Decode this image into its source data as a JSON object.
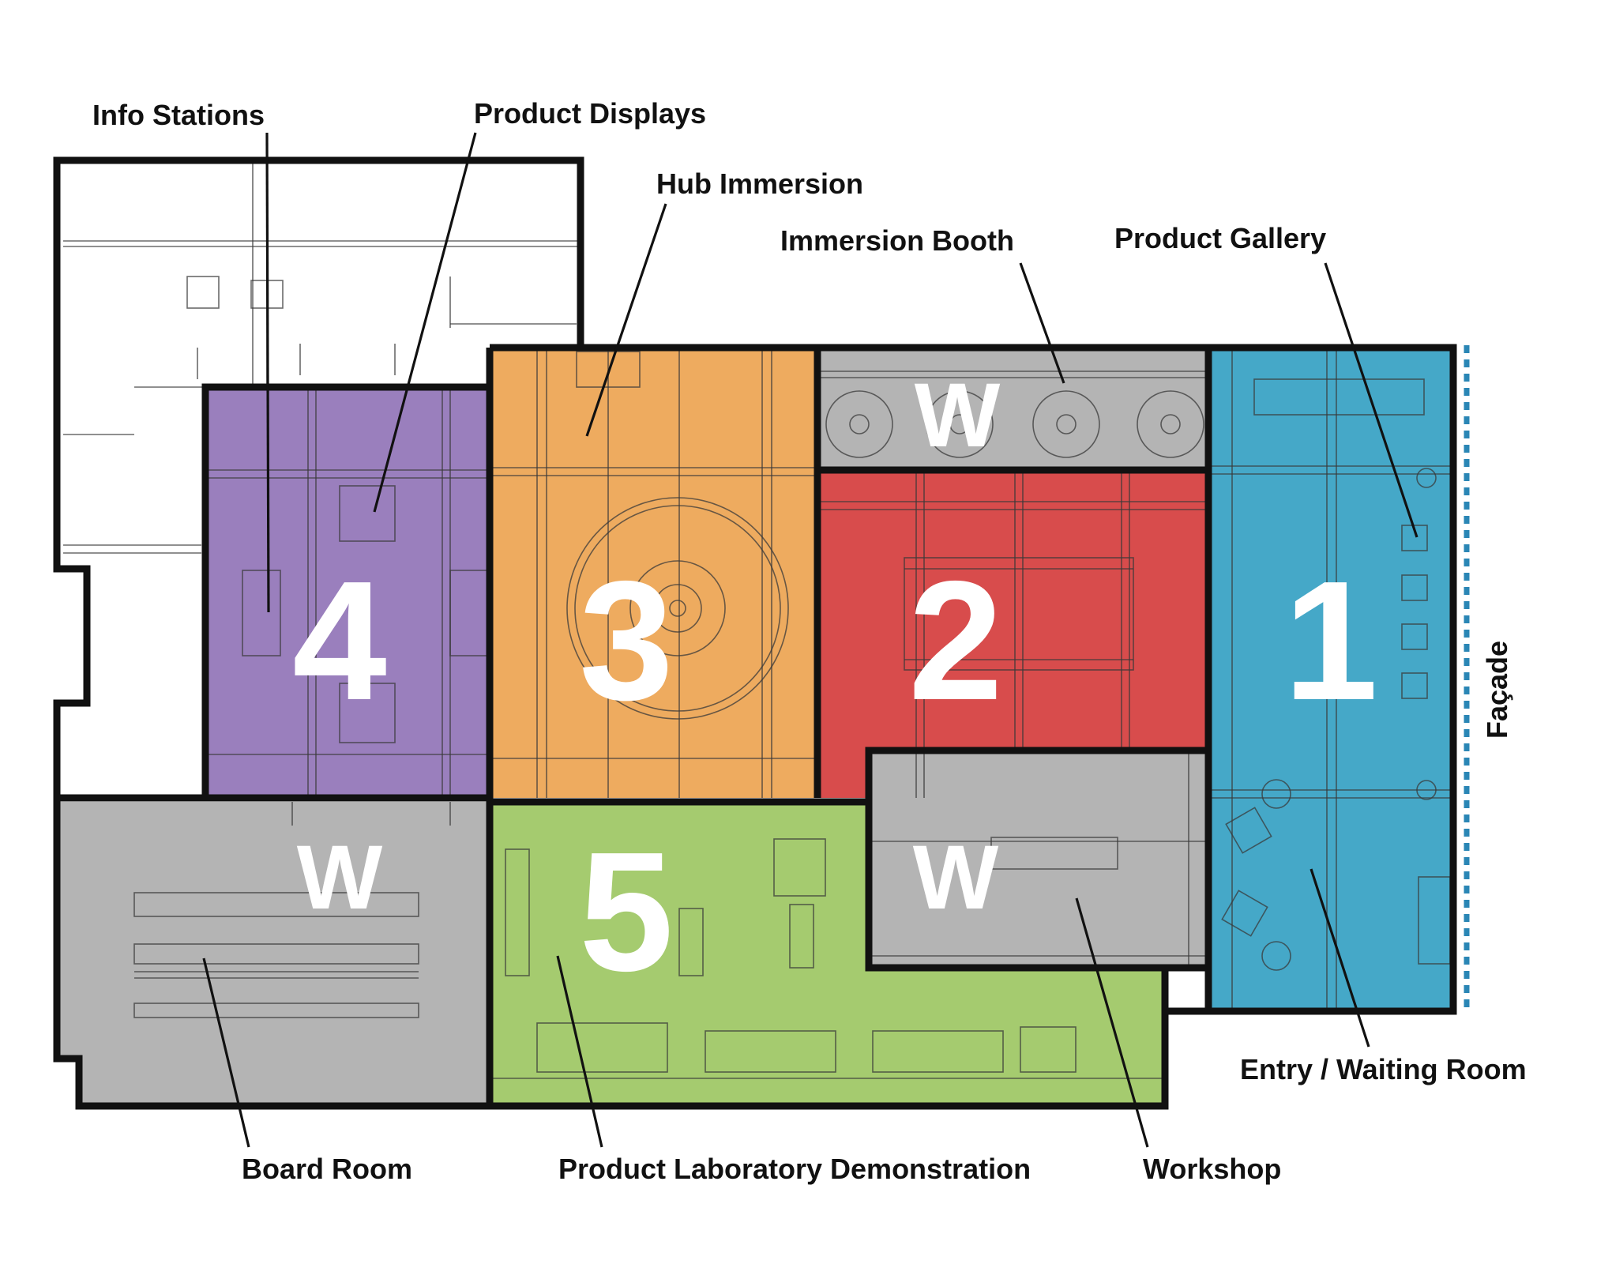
{
  "labels": {
    "info_stations": "Info Stations",
    "product_displays": "Product Displays",
    "hub_immersion": "Hub Immersion",
    "immersion_booth": "Immersion Booth",
    "product_gallery": "Product Gallery",
    "facade": "Façade",
    "entry_waiting_room": "Entry / Waiting Room",
    "board_room": "Board Room",
    "product_laboratory_demonstration": "Product Laboratory Demonstration",
    "workshop": "Workshop"
  },
  "zones": {
    "z1": "1",
    "z2": "2",
    "z3": "3",
    "z4": "4",
    "z5": "5",
    "w_booth": "W",
    "w_board": "W",
    "w_workshop": "W"
  },
  "colors": {
    "zone1": "#45a8c8",
    "zone2": "#d84c4c",
    "zone3": "#eeab5f",
    "zone4": "#9a7fbd",
    "zone5": "#a5cb6f",
    "w_gray": "#b4b4b4",
    "facade_dash": "#2a86b5"
  }
}
